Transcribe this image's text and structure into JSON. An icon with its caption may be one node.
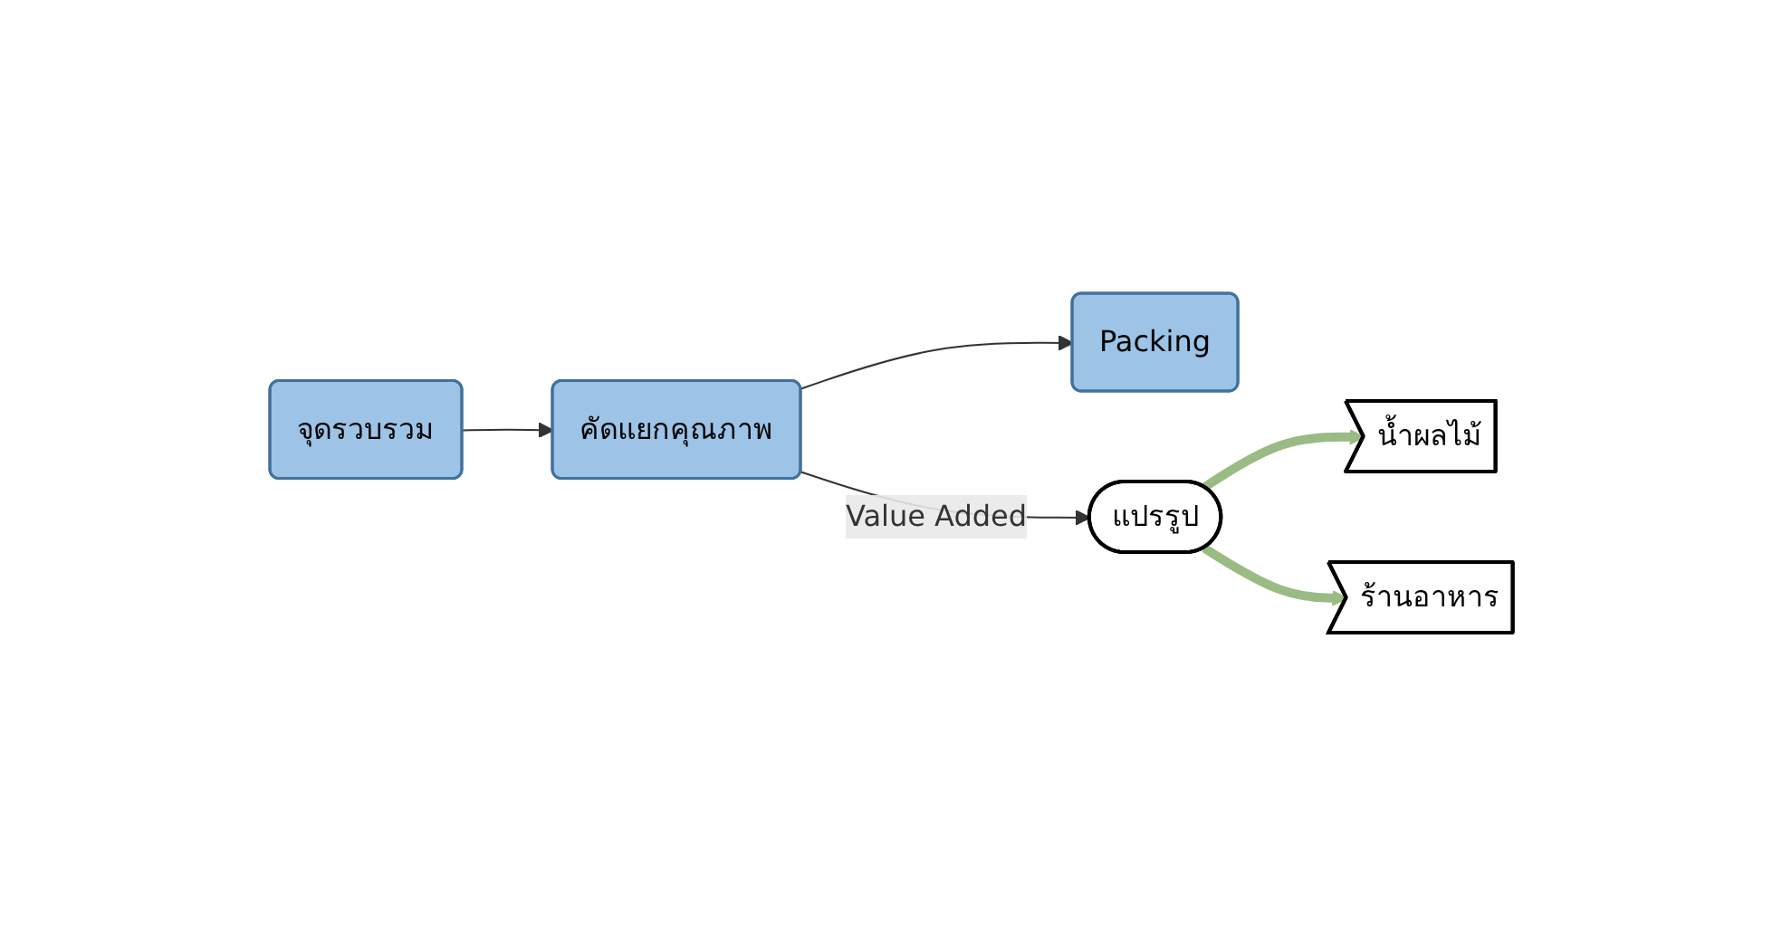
{
  "diagram": {
    "nodes": [
      {
        "text": [
          "จุดรวบรวม"
        ]
      },
      {
        "text": [
          "คัดแยกคุณภาพ"
        ]
      },
      {
        "text": [
          "Packing"
        ]
      },
      {
        "text": [
          "แปรรูป"
        ]
      },
      {
        "text": [
          "น้ำผลไม้"
        ]
      },
      {
        "text": [
          "ร้านอาหาร"
        ]
      }
    ],
    "edges": [
      {
        "from": 0,
        "to": 1,
        "arrow": "to"
      },
      {
        "from": 1,
        "to": 2,
        "arrow": "to"
      },
      {
        "from": 1,
        "to": 3,
        "arrow": "to",
        "label": "Value Added"
      },
      {
        "from": 3,
        "to": 4,
        "arrow": "to",
        "style": "thick",
        "color": "#9bbb85"
      },
      {
        "from": 3,
        "to": 5,
        "arrow": "to",
        "style": "thick",
        "color": "#9bbb85"
      }
    ]
  }
}
